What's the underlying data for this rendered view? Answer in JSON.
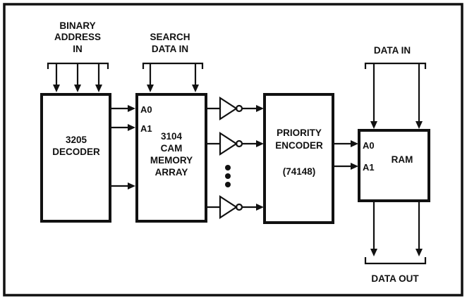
{
  "labels": {
    "binary_address_in": [
      "BINARY",
      "ADDRESS",
      "IN"
    ],
    "search_data_in": [
      "SEARCH",
      "DATA IN"
    ],
    "data_in": "DATA IN",
    "data_out": "DATA OUT"
  },
  "blocks": {
    "decoder": [
      "3205",
      "DECODER"
    ],
    "cam": [
      "3104",
      "CAM",
      "MEMORY",
      "ARRAY"
    ],
    "priority_encoder": [
      "PRIORITY",
      "ENCODER",
      "(74148)"
    ],
    "ram": "RAM"
  },
  "pins": {
    "cam_a0": "A0",
    "cam_a1": "A1",
    "ram_a0": "A0",
    "ram_a1": "A1"
  }
}
